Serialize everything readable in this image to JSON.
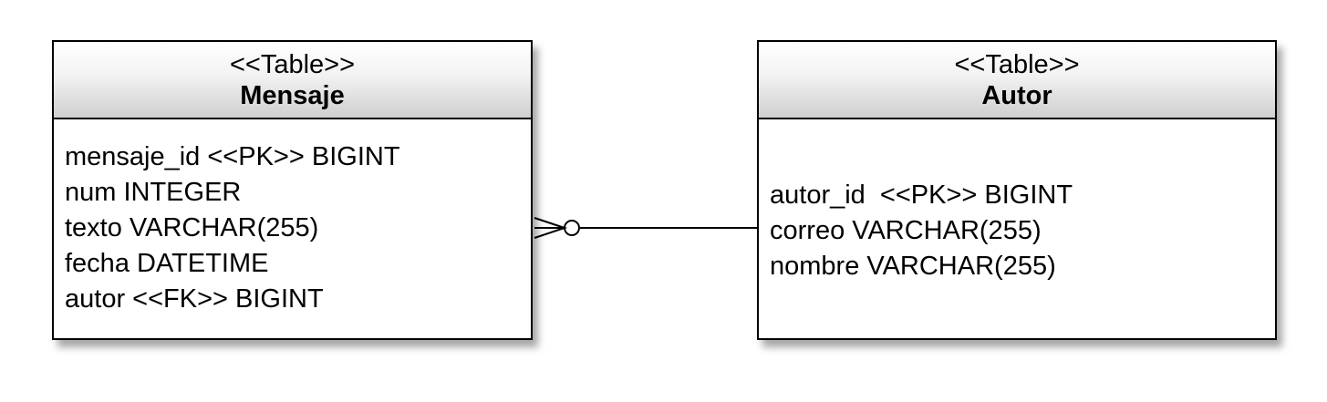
{
  "entities": [
    {
      "stereotype": "<<Table>>",
      "name": "Mensaje",
      "attributes": [
        "mensaje_id <<PK>> BIGINT",
        "num INTEGER",
        "texto VARCHAR(255)",
        "fecha DATETIME",
        "autor <<FK>> BIGINT"
      ]
    },
    {
      "stereotype": "<<Table>>",
      "name": "Autor",
      "attributes": [
        "autor_id  <<PK>> BIGINT",
        "correo VARCHAR(255)",
        "nombre VARCHAR(255)"
      ]
    }
  ],
  "relationship": {
    "from": "Mensaje",
    "to": "Autor",
    "from_cardinality": "zero-or-many",
    "to_cardinality": "one",
    "line_color": "#000000"
  }
}
